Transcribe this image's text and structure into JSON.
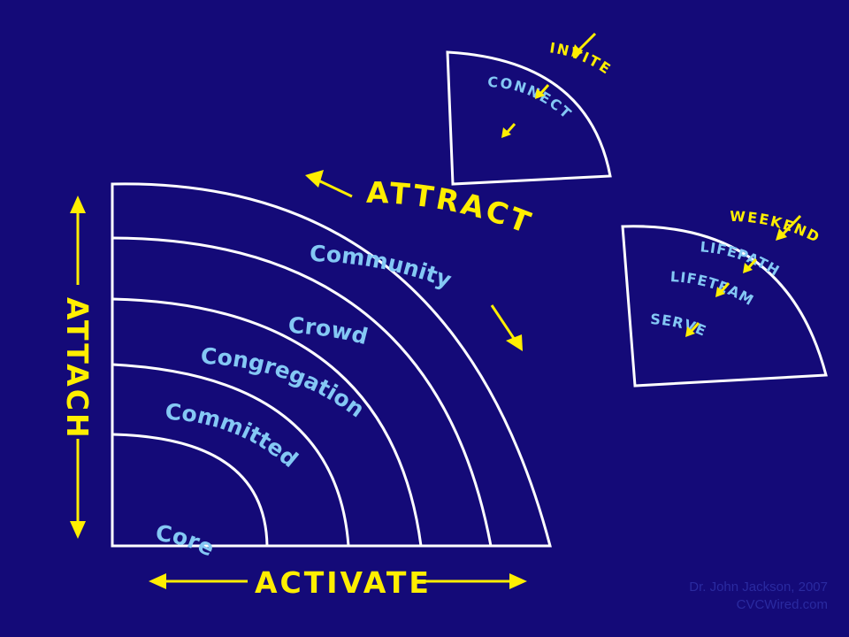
{
  "main_quadrant": {
    "rings": [
      "Core",
      "Committed",
      "Congregation",
      "Crowd",
      "Community"
    ],
    "arc_label": "ATTRACT",
    "left_label": "ATTACH",
    "bottom_label": "ACTIVATE"
  },
  "small_quadrant_1": {
    "arc_label": "INVITE",
    "inner_label": "CONNECT"
  },
  "small_quadrant_2": {
    "arc_label": "WEEKEND",
    "steps": [
      "LIFEPATH",
      "LIFETEAM",
      "SERVE"
    ]
  },
  "credit": {
    "line1": "Dr. John Jackson, 2007",
    "line2": "CVCWired.com"
  },
  "colors": {
    "background": "#140a78",
    "outline": "#ffffff",
    "accent": "#ffee00",
    "ring_label": "#84c8f4"
  }
}
